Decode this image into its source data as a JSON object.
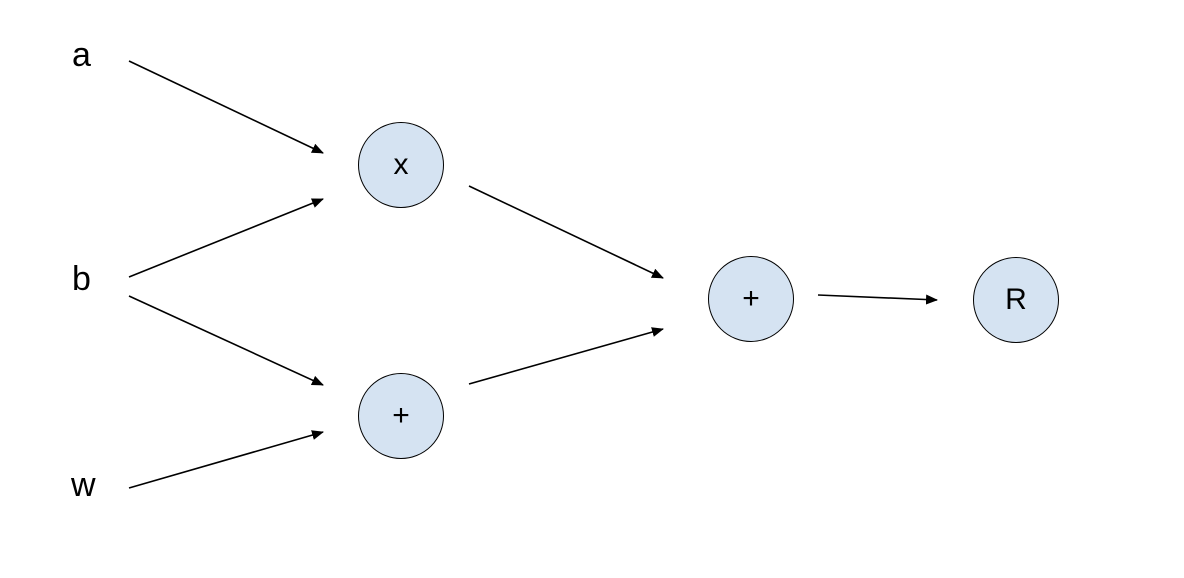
{
  "colors": {
    "node_fill": "#d5e3f2",
    "stroke": "#000000",
    "background": "#ffffff"
  },
  "inputs": {
    "a": "a",
    "b": "b",
    "w": "w"
  },
  "nodes": {
    "mul": "x",
    "add_bottom": "+",
    "add_final": "+",
    "result": "R"
  },
  "edges": [
    {
      "from": "a",
      "to": "x"
    },
    {
      "from": "b",
      "to": "x"
    },
    {
      "from": "b",
      "to": "+"
    },
    {
      "from": "w",
      "to": "+"
    },
    {
      "from": "x",
      "to": "+"
    },
    {
      "from": "+",
      "to": "+"
    },
    {
      "from": "+",
      "to": "R"
    }
  ]
}
